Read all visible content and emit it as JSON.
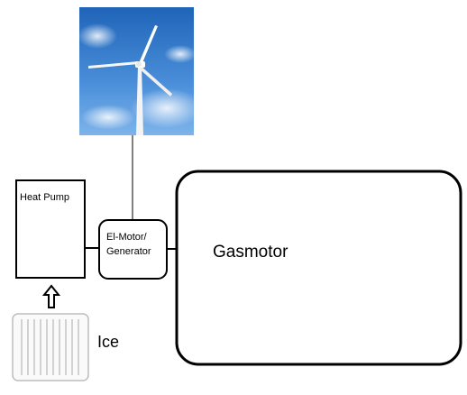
{
  "diagram": {
    "heat_pump_label": "Heat Pump",
    "motor_label_line1": "El-Motor/",
    "motor_label_line2": "Generator",
    "gasmotor_label": "Gasmotor",
    "ice_label": "Ice"
  },
  "colors": {
    "sky_top": "#2a6fc0",
    "sky_bottom": "#6aa6e6",
    "stroke": "#000000",
    "ice_block": "#c8c8c8"
  },
  "images": {
    "wind_turbine": "wind-turbine-photo",
    "ice_block": "ice-block-image"
  }
}
